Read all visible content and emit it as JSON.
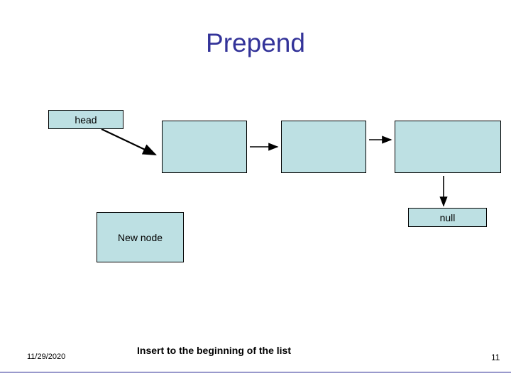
{
  "slide": {
    "title": "Prepend",
    "footer_date": "11/29/2020",
    "footer_caption": "Insert to the beginning of the list",
    "page_number": "11"
  },
  "diagram": {
    "head_label": "head",
    "new_node_label": "New node",
    "null_label": "null",
    "node1_label": "",
    "node2_label": "",
    "node3_label": "",
    "colors": {
      "node_fill": "#bde0e3",
      "node_border": "#000000",
      "title": "#333399",
      "divider": "#9999cc"
    }
  }
}
